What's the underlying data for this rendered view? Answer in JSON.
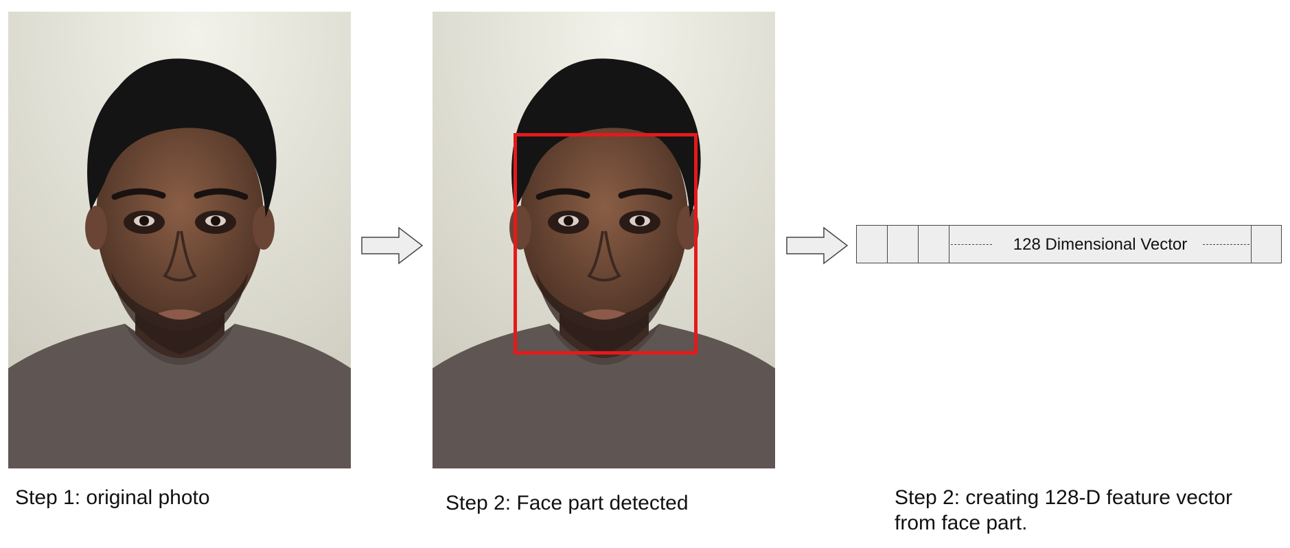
{
  "steps": [
    {
      "caption": "Step 1: original photo",
      "image": "original portrait photo of a man against a plain wall"
    },
    {
      "caption": "Step 2: Face part detected",
      "image": "same portrait with red bounding box around the face",
      "box_color": "#e5191b"
    },
    {
      "caption_line1": "Step 2: creating 128-D feature vector",
      "caption_line2": "from face part."
    }
  ],
  "vector": {
    "label": "128 Dimensional Vector"
  },
  "icons": {
    "arrow": "right-arrow-icon"
  }
}
